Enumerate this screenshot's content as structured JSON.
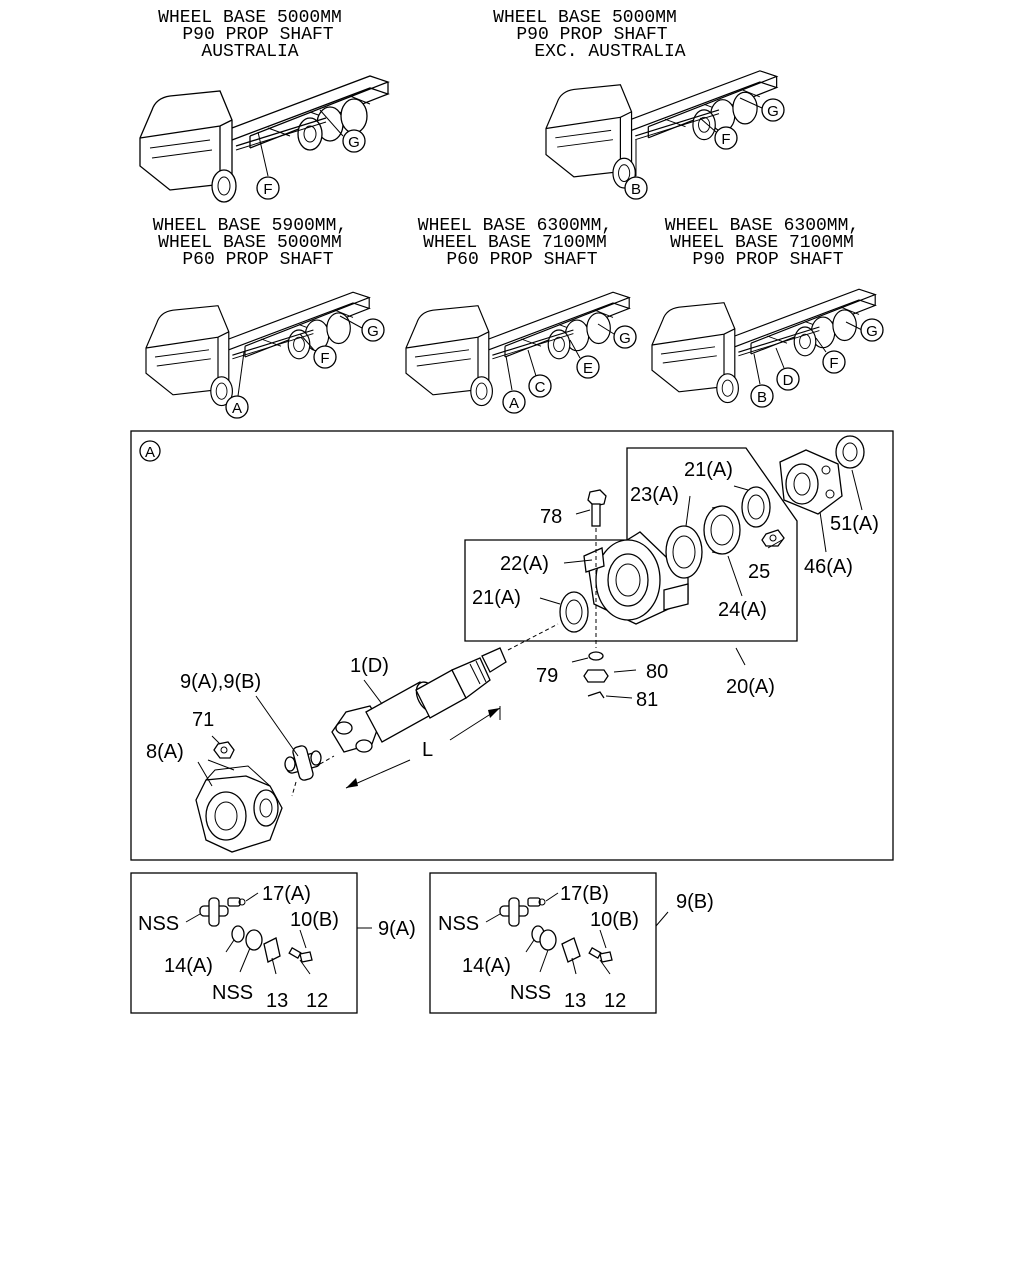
{
  "diagrams": [
    {
      "lines": [
        "WHEEL BASE 5000MM",
        "P90 PROP SHAFT",
        "AUSTRALIA"
      ],
      "callouts": [
        "F",
        "G"
      ]
    },
    {
      "lines": [
        "WHEEL BASE 5000MM",
        "P90 PROP SHAFT",
        "EXC. AUSTRALIA"
      ],
      "callouts": [
        "B",
        "F",
        "G"
      ]
    },
    {
      "lines": [
        "WHEEL BASE 5900MM,",
        "WHEEL BASE 5000MM",
        "P60 PROP SHAFT"
      ],
      "callouts": [
        "A",
        "F",
        "G"
      ]
    },
    {
      "lines": [
        "WHEEL BASE 6300MM,",
        "WHEEL BASE 7100MM",
        "P60 PROP SHAFT"
      ],
      "callouts": [
        "A",
        "C",
        "E",
        "G"
      ]
    },
    {
      "lines": [
        "WHEEL BASE 6300MM,",
        "WHEEL BASE 7100MM",
        "P90 PROP SHAFT"
      ],
      "callouts": [
        "B",
        "D",
        "F",
        "G"
      ]
    }
  ],
  "detail_a": {
    "tag": "A",
    "labels": [
      "1(D)",
      "8(A)",
      "9(A),9(B)",
      "20(A)",
      "21(A)",
      "21(A)",
      "22(A)",
      "23(A)",
      "24(A)",
      "25",
      "46(A)",
      "51(A)",
      "71",
      "78",
      "79",
      "80",
      "81",
      "L"
    ]
  },
  "kit_a": {
    "title": "9(A)",
    "labels": [
      "17(A)",
      "NSS",
      "10(B)",
      "14(A)",
      "NSS",
      "13",
      "12"
    ]
  },
  "kit_b": {
    "title": "9(B)",
    "labels": [
      "17(B)",
      "NSS",
      "10(B)",
      "14(A)",
      "NSS",
      "13",
      "12"
    ]
  }
}
